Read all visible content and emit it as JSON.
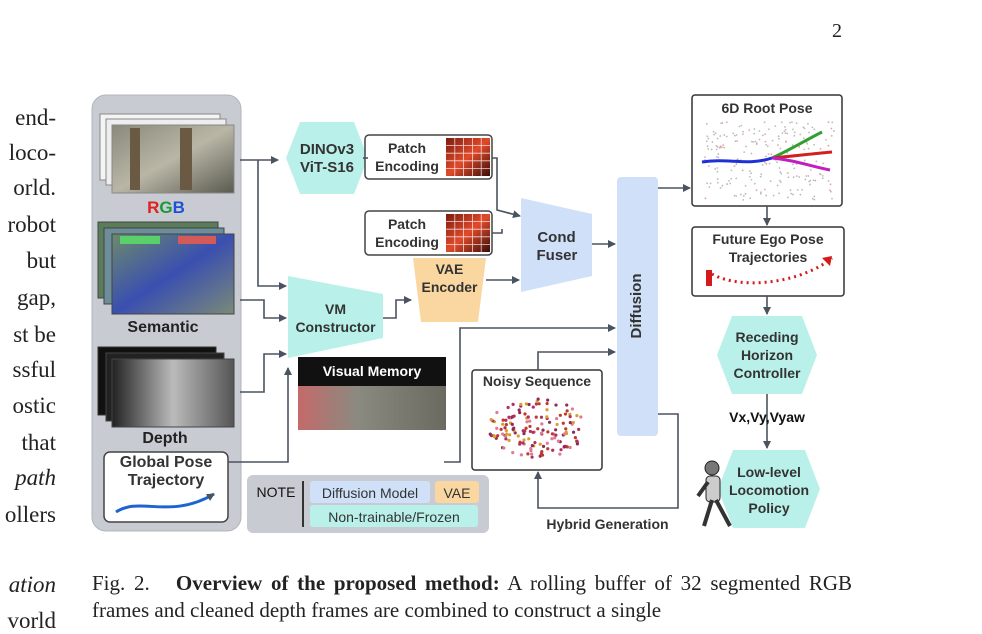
{
  "page_number": "2",
  "left_column_fragments": [
    "end-",
    "loco-",
    "orld.",
    "robot",
    "but",
    "gap,",
    "st be",
    "ssful",
    "ostic",
    "that",
    "path",
    "ollers",
    "ation",
    "vorld"
  ],
  "figure": {
    "inputs": {
      "rgb_label_r": "R",
      "rgb_label_g": "G",
      "rgb_label_b": "B",
      "semantic_label": "Semantic",
      "depth_label": "Depth",
      "global_pose_label": "Global Pose Trajectory"
    },
    "dino_label": "DINOv3 ViT-S16",
    "patch_encoding_1": "Patch Encoding",
    "patch_encoding_2": "Patch Encoding",
    "vm_constructor": "VM Constructor",
    "vae_encoder": "VAE Encoder",
    "visual_memory": "Visual Memory",
    "cond_fuser": "Cond Fuser",
    "diffusion": "Diffusion",
    "noisy_sequence": "Noisy Sequence",
    "hybrid_generation": "Hybrid Generation",
    "root_pose": "6D Root Pose",
    "future_ego": "Future Ego Pose Trajectories",
    "receding_horizon": "Receding Horizon Controller",
    "velocity_cmd": "Vx,Vy,Vyaw",
    "low_level": "Low-level Locomotion Policy",
    "note": {
      "title": "NOTE",
      "diffusion_model": "Diffusion Model",
      "vae": "VAE",
      "frozen": "Non-trainable/Frozen"
    },
    "colors": {
      "diffusion_blue": "#cfe0f8",
      "vae_orange": "#fad7a0",
      "frozen_cyan": "#b9f1ea",
      "panel_gray": "#c8ccd2",
      "arrow": "#4a5360"
    }
  },
  "caption": {
    "prefix": "Fig. 2.",
    "bold": "Overview of the proposed method:",
    "text": "A rolling buffer of 32 segmented RGB frames and cleaned depth frames are combined to construct a single"
  }
}
